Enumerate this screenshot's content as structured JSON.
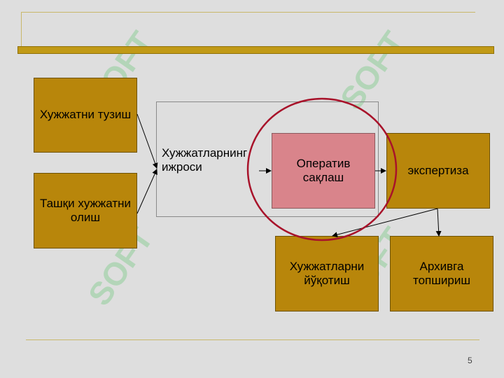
{
  "slide": {
    "page_number": "5"
  },
  "nodes": {
    "draft": "Хужжатни тузиш",
    "receive": "Ташқи хужжатни\nолиш",
    "execution": "Хужжатларнинг\n ижроси",
    "storage": "Оператив\nсақлаш",
    "expertise": "экспертиза",
    "destroy": "Хужжатларни\nйўқотиш",
    "archive": "Архивга\nтопшириш"
  },
  "watermark": {
    "text": "SOFT"
  },
  "colors": {
    "box_fill": "#b8860b",
    "highlight_fill": "#d9848b",
    "circle_stroke": "#a8122a",
    "background": "#dedede"
  }
}
